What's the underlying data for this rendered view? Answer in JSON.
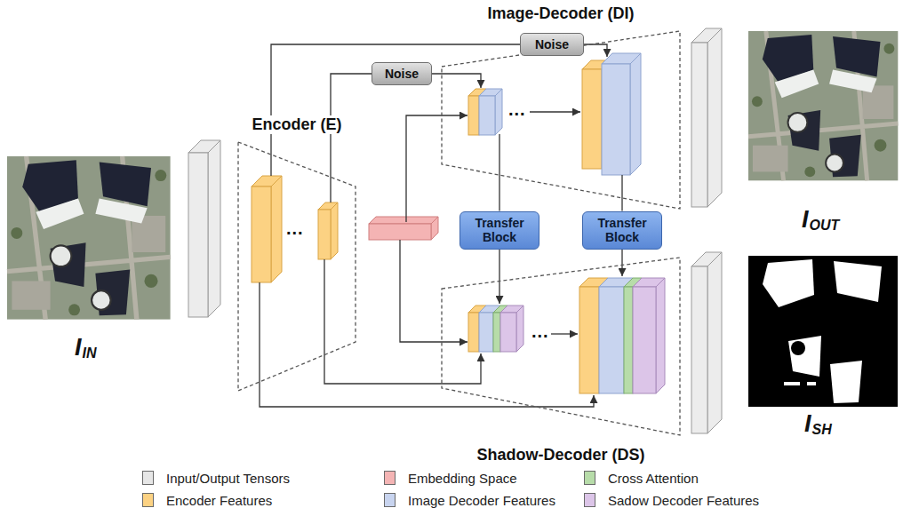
{
  "diagram": {
    "nodes": [
      {
        "text": [
          "Image-Decoder (DI)"
        ]
      },
      {
        "text": [
          "Noise"
        ]
      },
      {
        "text": [
          "Noise"
        ]
      },
      {
        "text": [
          "Encoder (E)"
        ]
      },
      {
        "text": [
          "Transfer Block"
        ]
      },
      {
        "text": [
          "Transfer Block"
        ]
      },
      {
        "text": [
          "Shadow-Decoder (DS)"
        ]
      }
    ],
    "edges": [
      {
        "from": 3,
        "to": 1,
        "arrow": "none"
      },
      {
        "from": 3,
        "to": 2,
        "arrow": "none"
      },
      {
        "from": 2,
        "to": 0,
        "arrow": "to"
      },
      {
        "from": 1,
        "to": 0,
        "arrow": "to"
      },
      {
        "from": 0,
        "to": 4,
        "arrow": "none"
      },
      {
        "from": 0,
        "to": 5,
        "arrow": "none"
      },
      {
        "from": 4,
        "to": 6,
        "arrow": "to"
      },
      {
        "from": 5,
        "to": 6,
        "arrow": "to"
      },
      {
        "from": 3,
        "to": 6,
        "arrow": "to"
      },
      {
        "from": 3,
        "to": 6,
        "arrow": "to"
      }
    ],
    "labels": [
      "I",
      "IN",
      "...",
      "...",
      "...",
      "I",
      "OUT",
      "I",
      "SH"
    ],
    "legend": [
      {
        "text": "Input/Output Tensors",
        "color": "#e6e6e6"
      },
      {
        "text": "Embedding Space",
        "color": "#f4b4b4"
      },
      {
        "text": "Cross Attention",
        "color": "#b7dca9"
      },
      {
        "text": "Encoder Features",
        "color": "#fcd283"
      },
      {
        "text": "Image Decoder Features",
        "color": "#c8d4ef"
      },
      {
        "text": "Sadow Decoder Features",
        "color": "#dcc5e8"
      }
    ]
  }
}
